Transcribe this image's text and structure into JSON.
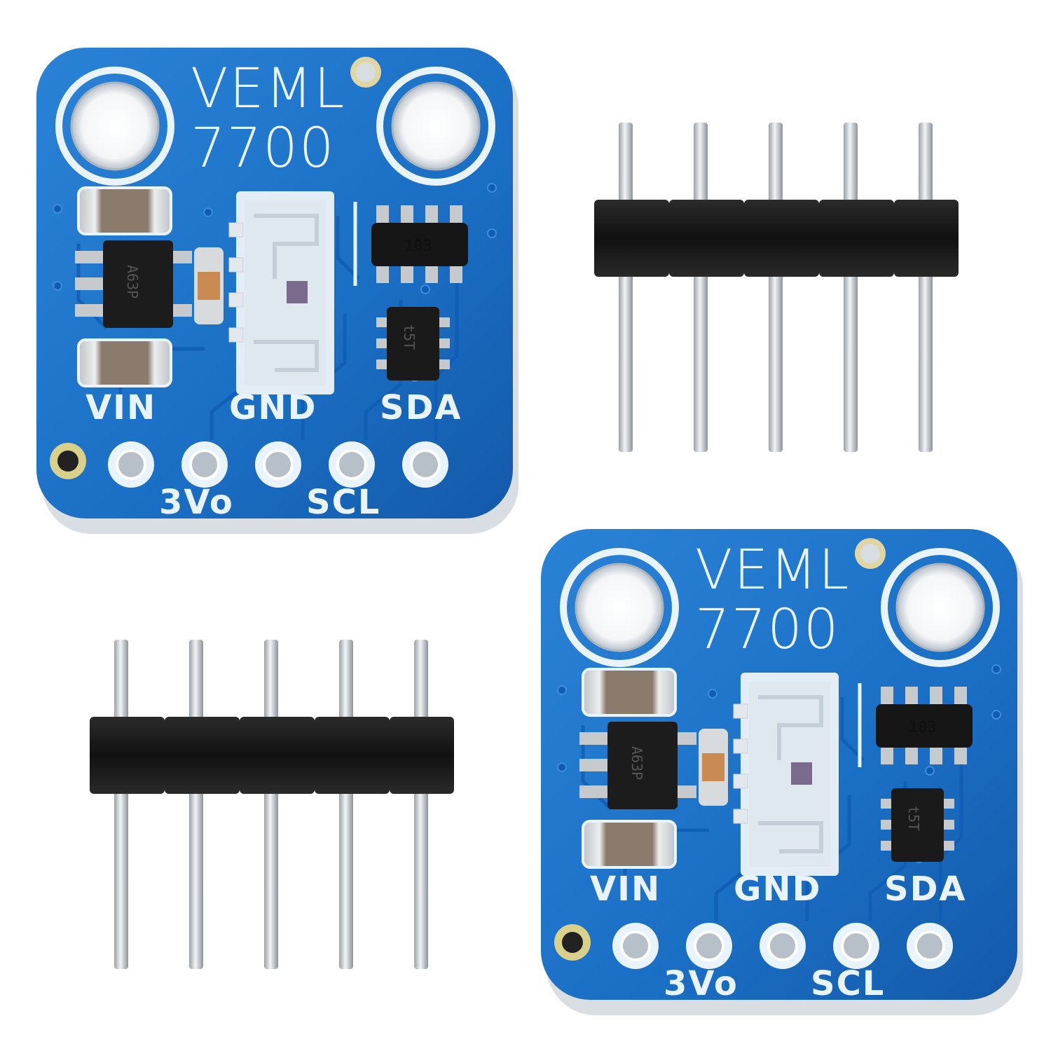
{
  "boards": [
    {
      "title_line1": "VEML",
      "title_line2": "7700",
      "resistor_code": "103",
      "regulator_mark": "A63P",
      "ic_mark": "t5T",
      "pins_top": [
        "VIN",
        "GND",
        "SDA"
      ],
      "pins_bottom": [
        "3Vo",
        "SCL"
      ]
    },
    {
      "title_line1": "VEML",
      "title_line2": "7700",
      "resistor_code": "103",
      "regulator_mark": "A63P",
      "ic_mark": "t5T",
      "pins_top": [
        "VIN",
        "GND",
        "SDA"
      ],
      "pins_bottom": [
        "3Vo",
        "SCL"
      ]
    }
  ],
  "header_strips": [
    {
      "pin_count": 5
    },
    {
      "pin_count": 5
    }
  ],
  "colors": {
    "pcb": "#1a6fc4",
    "pcb_dark": "#0d4f9e",
    "silkscreen": "#e9f3fb",
    "header_plastic": "#1a1a1a",
    "pin_metal": "#c9ced3"
  }
}
